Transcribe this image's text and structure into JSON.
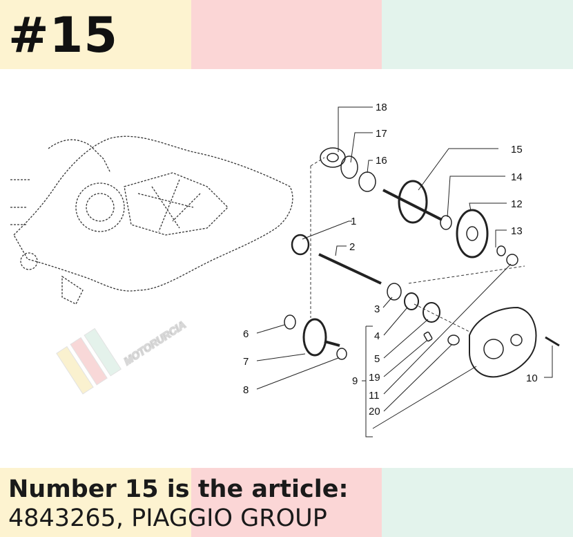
{
  "header": {
    "number": "#15"
  },
  "diagram": {
    "callouts": [
      "18",
      "17",
      "16",
      "15",
      "14",
      "12",
      "13",
      "1",
      "2",
      "3",
      "4",
      "5",
      "6",
      "7",
      "8",
      "9",
      "19",
      "11",
      "20",
      "10"
    ],
    "watermark": "MOTORURCIA"
  },
  "footer": {
    "line1": "Number 15 is the article:",
    "line2": "4843265, PIAGGIO GROUP"
  },
  "colors": {
    "yellow": "#fdf3d0",
    "pink": "#fbd6d6",
    "mint": "#e3f3ec"
  }
}
